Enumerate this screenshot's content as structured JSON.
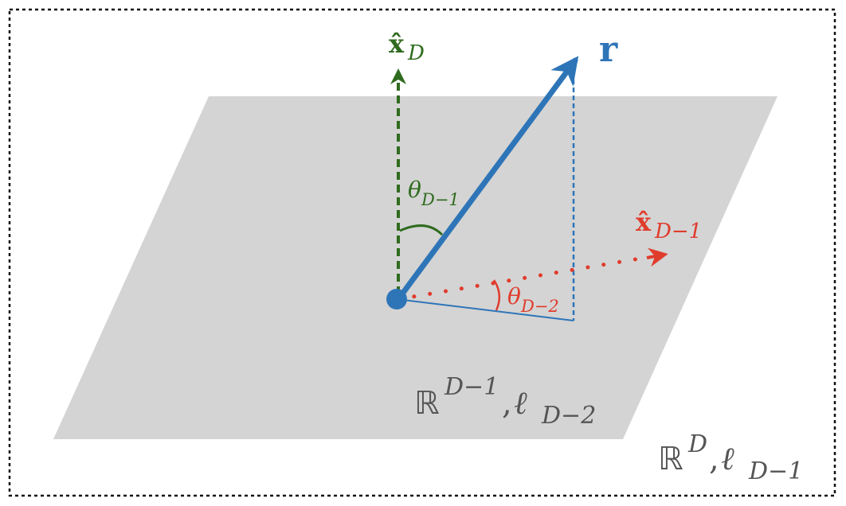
{
  "diagram": {
    "labels": {
      "r": "r",
      "x_hat": "x̂",
      "sub_D": "D",
      "sub_D1": "D−1",
      "theta": "θ",
      "sub_D2": "D−2",
      "plane_symbol": "ℝ",
      "plane_sup": "D−1",
      "comma": ",",
      "ell": "ℓ",
      "plane_ell_sub": "D−2",
      "space_symbol": "ℝ",
      "space_sup": "D",
      "space_ell_sub": "D−1"
    },
    "colors": {
      "blue": "#2e75b8",
      "green": "#2f6b1e",
      "red": "#e03c2c",
      "plane": "#d4d4d4",
      "text_gray": "#555555",
      "frame": "#111111"
    }
  }
}
